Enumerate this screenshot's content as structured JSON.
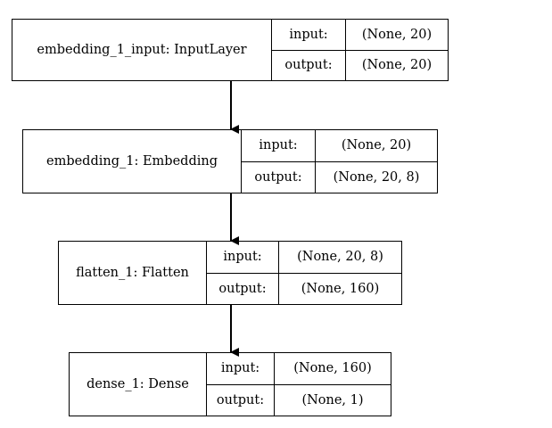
{
  "layers": [
    {
      "name": "embedding_1_input: InputLayer",
      "input_label": "input:",
      "output_label": "output:",
      "input_shape": "(None, 20)",
      "output_shape": "(None, 20)"
    },
    {
      "name": "embedding_1: Embedding",
      "input_label": "input:",
      "output_label": "output:",
      "input_shape": "(None, 20)",
      "output_shape": "(None, 20, 8)"
    },
    {
      "name": "flatten_1: Flatten",
      "input_label": "input:",
      "output_label": "output:",
      "input_shape": "(None, 20, 8)",
      "output_shape": "(None, 160)"
    },
    {
      "name": "dense_1: Dense",
      "input_label": "input:",
      "output_label": "output:",
      "input_shape": "(None, 160)",
      "output_shape": "(None, 1)"
    }
  ]
}
